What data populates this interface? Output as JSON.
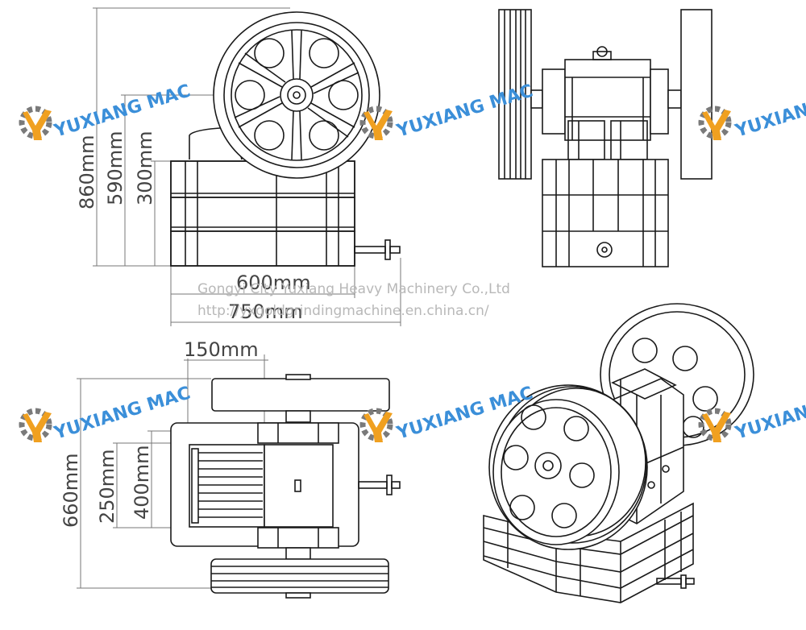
{
  "dimensions": {
    "front_height_total": "860mm",
    "front_height_mid": "590mm",
    "front_height_low": "300mm",
    "front_width_inner": "600mm",
    "front_width_outer": "750mm",
    "top_offset": "150mm",
    "top_depth_total": "660mm",
    "top_depth_a": "250mm",
    "top_depth_b": "400mm"
  },
  "watermark": {
    "brand": "YUXIANG MAC",
    "company": "Gongyi City Yuxiang Heavy Machinery Co.,Ltd",
    "url": "http://yxgoldgrindingmachine.en.china.cn/",
    "colors": {
      "blue": "#3b8fd9",
      "orange": "#f0a020",
      "gray": "#7a7a7a"
    }
  }
}
